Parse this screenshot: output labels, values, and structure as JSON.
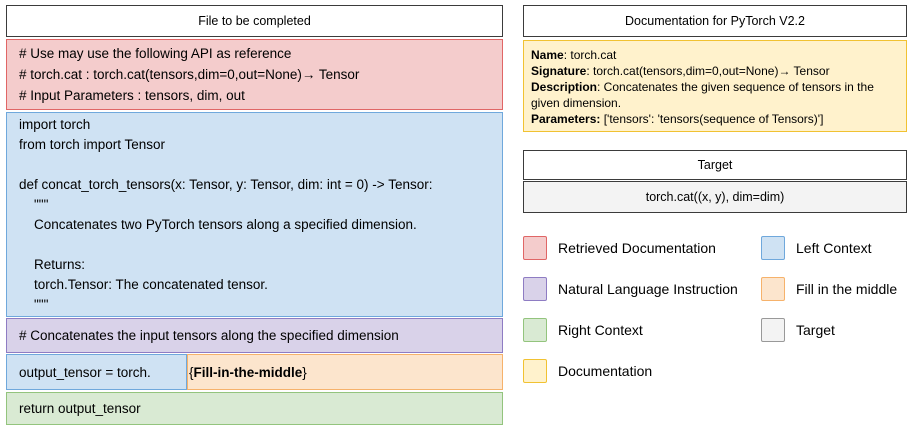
{
  "file_panel": {
    "title": "File to be completed",
    "retrieved_doc_lines": [
      "# Use may use the following API as reference",
      "# torch.cat : torch.cat(tensors,dim=0,out=None)→ Tensor",
      "# Input Parameters : tensors, dim, out"
    ],
    "left_context_lines": [
      "import torch",
      "from torch import Tensor",
      "",
      "def concat_torch_tensors(x: Tensor, y: Tensor, dim: int = 0) -> Tensor:",
      "    \"\"\"",
      "    Concatenates two PyTorch tensors along a specified dimension.",
      "",
      "    Returns:",
      "    torch.Tensor: The concatenated tensor.",
      "    \"\"\""
    ],
    "nl_instruction": "# Concatenates the input tensors along the specified dimension",
    "fim_left_code": "output_tensor = torch.",
    "fim_open_brace": "{",
    "fim_label": "Fill-in-the-middle",
    "fim_close_brace": "}",
    "right_context": "return output_tensor"
  },
  "doc_panel": {
    "title": "Documentation for PyTorch V2.2",
    "fields": [
      {
        "label": "Name",
        "value": ": torch.cat"
      },
      {
        "label": "Signature",
        "value": ": torch.cat(tensors,dim=0,out=None)→ Tensor"
      },
      {
        "label": "Description",
        "value": ": Concatenates the given sequence of tensors in the given dimension."
      },
      {
        "label": "Parameters:",
        "value": " ['tensors': 'tensors(sequence of Tensors)']"
      }
    ]
  },
  "target_panel": {
    "title": "Target",
    "value": "torch.cat((x, y), dim=dim)"
  },
  "legend": {
    "column_1": [
      {
        "label": "Retrieved Documentation",
        "fill": "#f4cccc",
        "border": "#e06666"
      },
      {
        "label": "Natural Language Instruction",
        "fill": "#d9d2e9",
        "border": "#8e7cc3"
      },
      {
        "label": "Right Context",
        "fill": "#d9ead3",
        "border": "#93c47d"
      },
      {
        "label": "Documentation",
        "fill": "#fff2cc",
        "border": "#f1c232"
      }
    ],
    "column_2": [
      {
        "label": "Left Context",
        "fill": "#cfe2f3",
        "border": "#6fa8dc"
      },
      {
        "label": "Fill in the middle",
        "fill": "#fce5cd",
        "border": "#f6b26b"
      },
      {
        "label": "Target",
        "fill": "#f3f3f3",
        "border": "#999999"
      }
    ]
  },
  "colors": {
    "retrieved_documentation": "#f4cccc",
    "left_context": "#cfe2f3",
    "natural_language_instruction": "#d9d2e9",
    "fill_in_the_middle": "#fce5cd",
    "right_context": "#d9ead3",
    "target": "#f3f3f3",
    "documentation": "#fff2cc",
    "panel_border": "#3b3b3b"
  }
}
